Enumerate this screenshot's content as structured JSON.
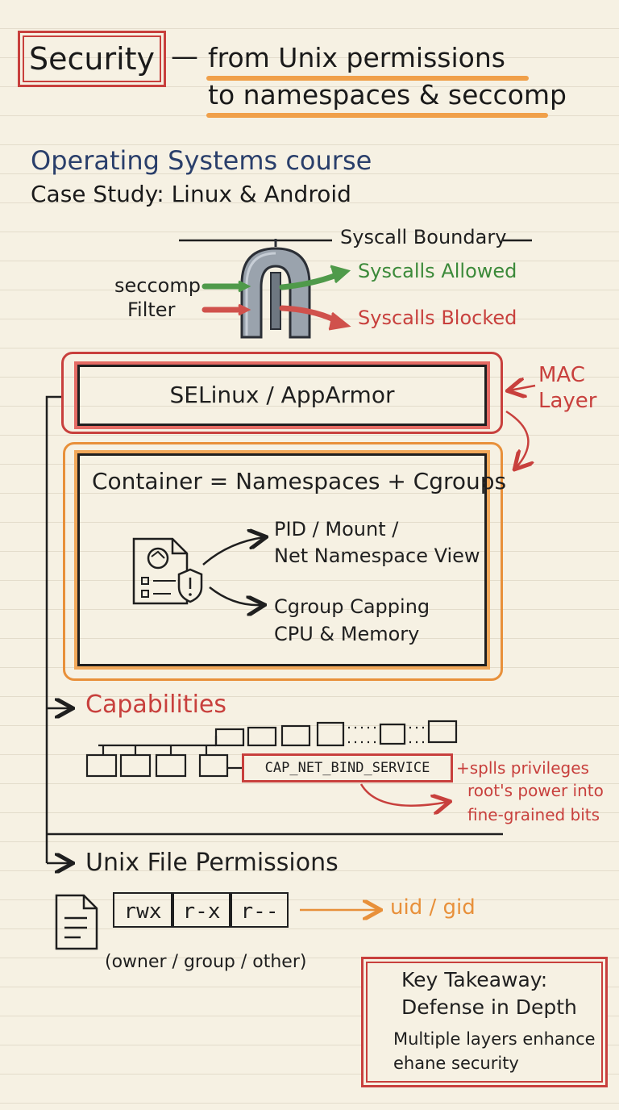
{
  "title": {
    "main": "Security",
    "dash": "—",
    "line1": "from Unix permissions",
    "line2": "to namespaces & seccomp"
  },
  "course": "Operating Systems course",
  "case_study": "Case Study: Linux & Android",
  "seccomp": {
    "boundary_label": "Syscall Boundary",
    "filter_line1": "seccomp",
    "filter_line2": "Filter",
    "allowed": "Syscalls Allowed",
    "blocked": "Syscalls Blocked"
  },
  "mac": {
    "box_label": "SELinux / AppArmor",
    "side_line1": "MAC",
    "side_line2": "Layer"
  },
  "container": {
    "title": "Container = Namespaces + Cgroups",
    "ns_line1": "PID / Mount /",
    "ns_line2": "Net Namespace View",
    "cg_line1": "Cgroup Capping",
    "cg_line2": "CPU & Memory"
  },
  "capabilities": {
    "heading": "Capabilities",
    "cap_name": "CAP_NET_BIND_SERVICE",
    "note_line1": "+splls privileges",
    "note_line2": "root's power into",
    "note_line3": "fine-grained bits"
  },
  "unix": {
    "heading": "Unix File Permissions",
    "perm_owner": "rwx",
    "perm_group": "r-x",
    "perm_other": "r--",
    "ids": "uid / gid",
    "caption": "(owner / group / other)"
  },
  "takeaway": {
    "title_line1": "Key Takeaway:",
    "title_line2": "Defense in Depth",
    "bullet_line1": "Multiple layers enhance",
    "bullet_line2": "ehane security"
  },
  "colors": {
    "red": "#c8403d",
    "orange": "#e8903a",
    "green": "#3c8a3a",
    "navy": "#2a3f6b"
  },
  "icons": [
    "gate-icon",
    "document-shield-icon",
    "document-icon",
    "star-icon"
  ]
}
